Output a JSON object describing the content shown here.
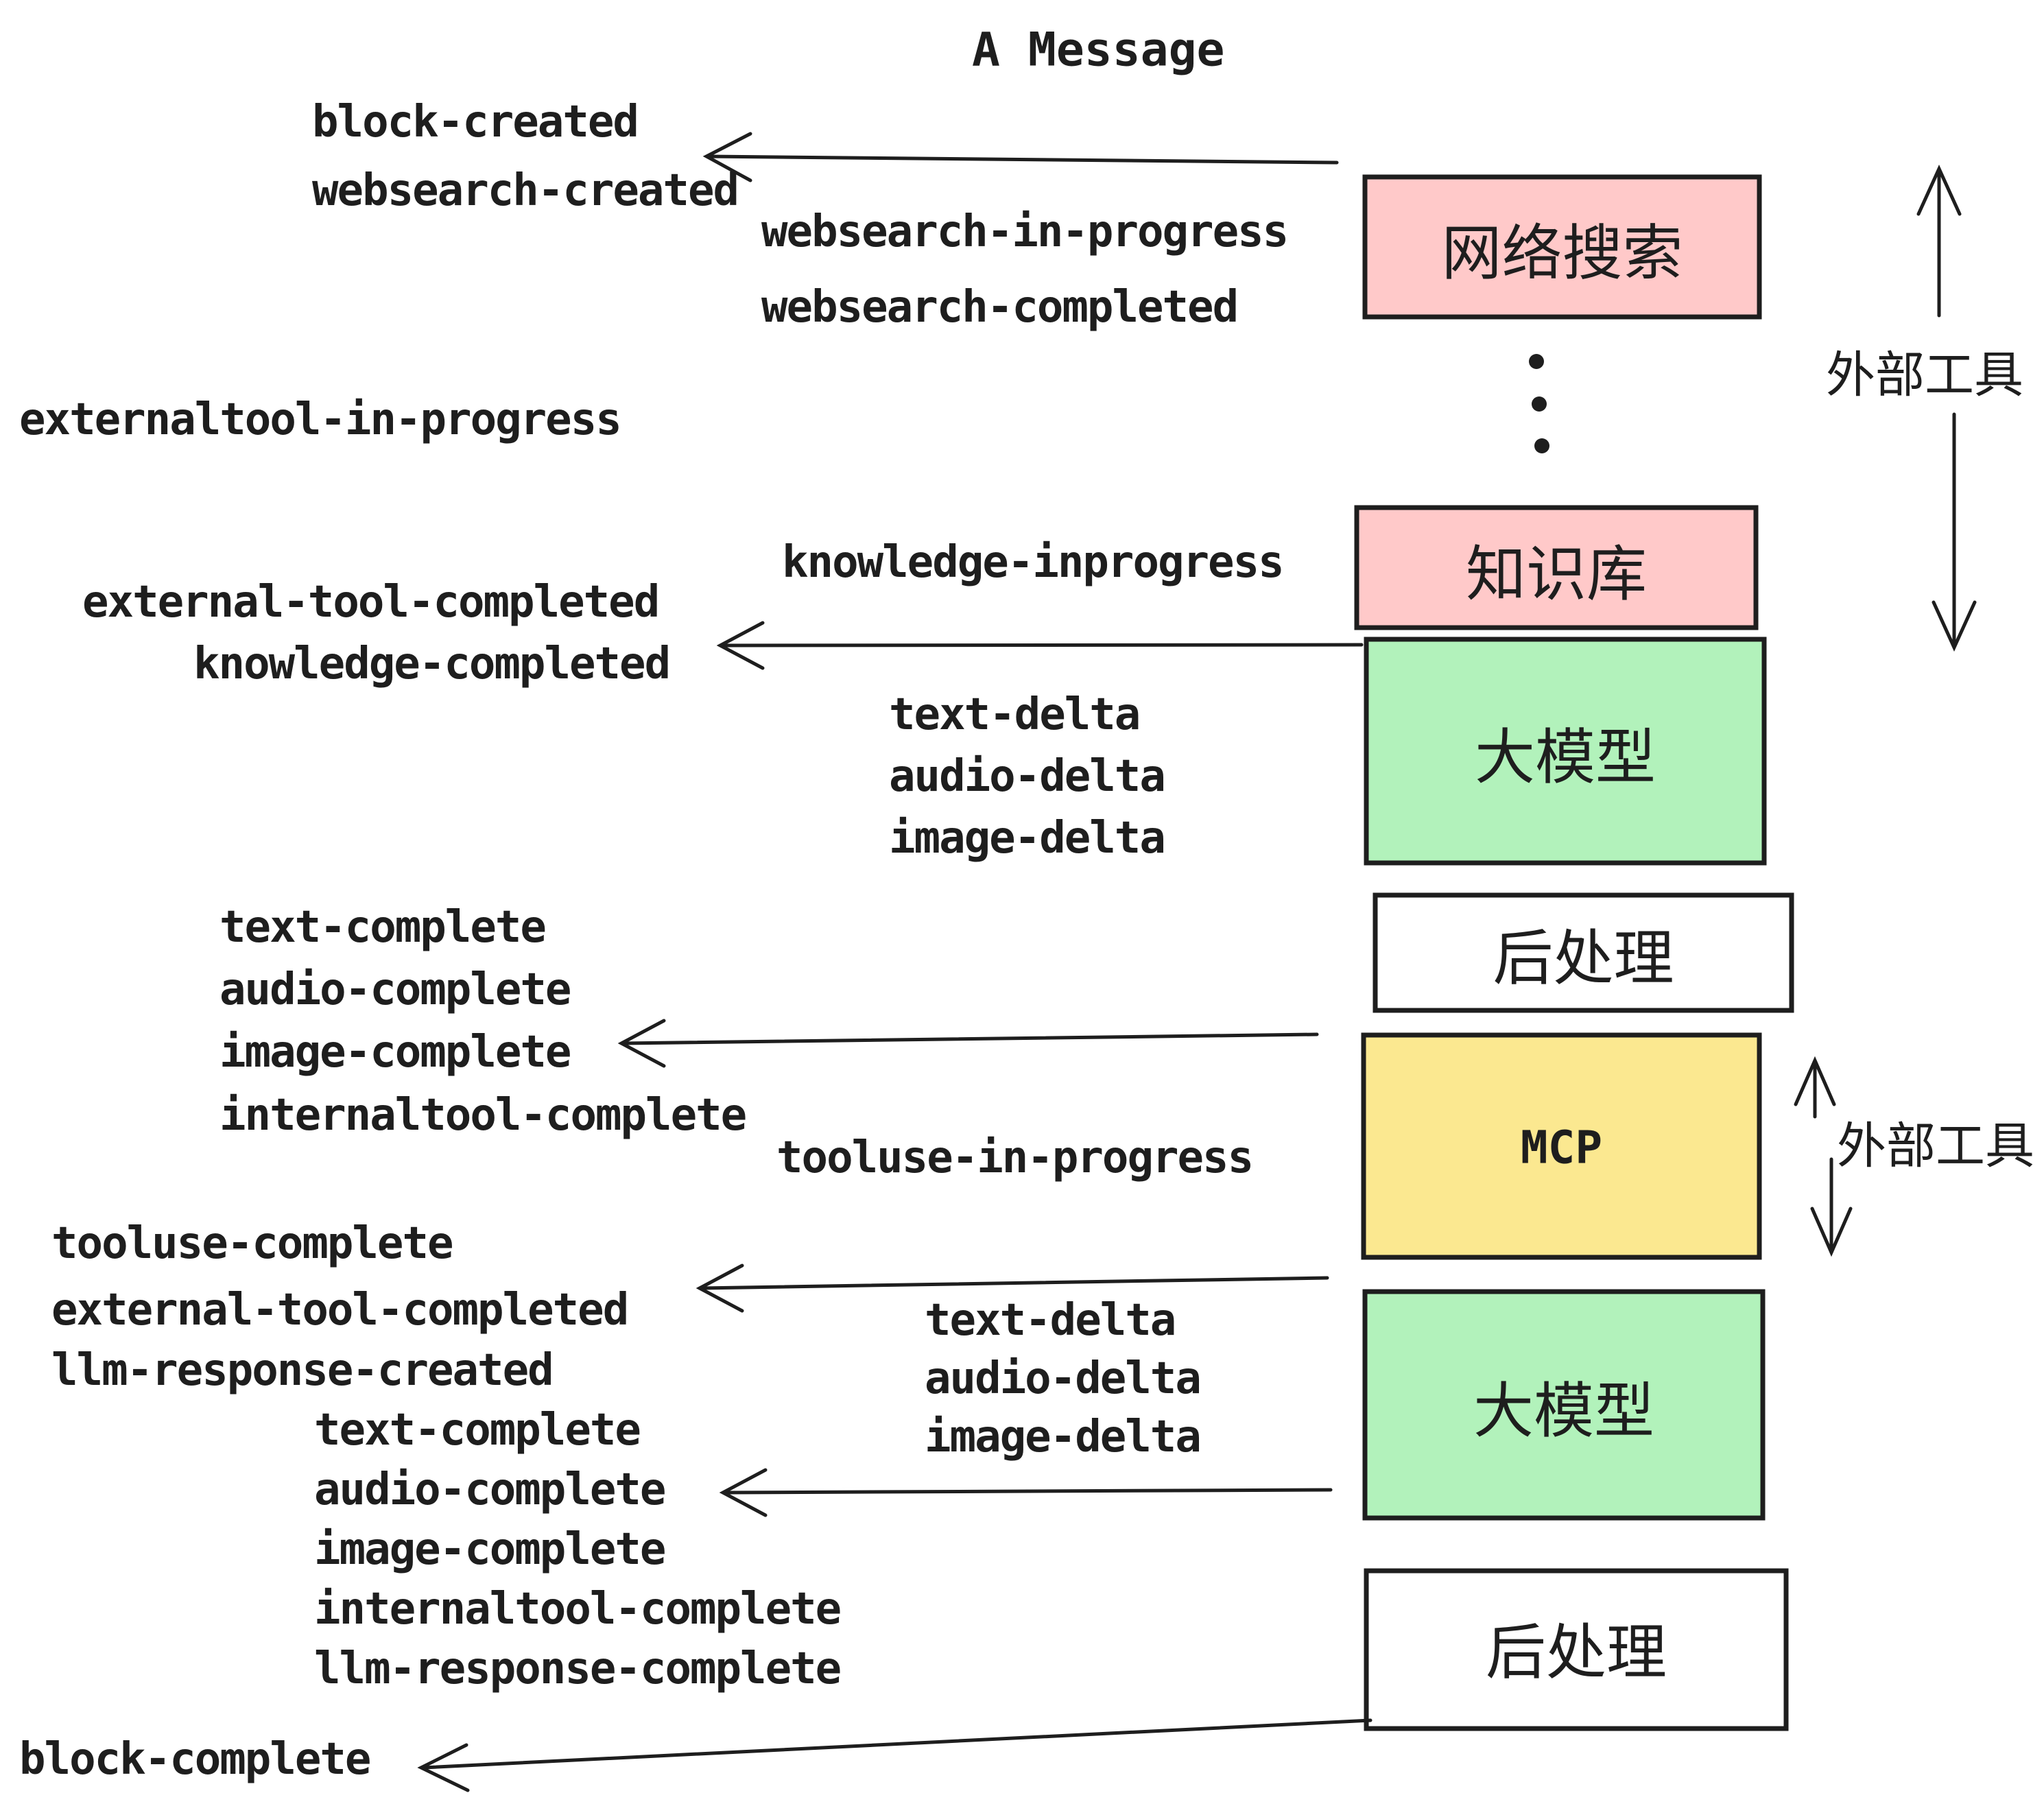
{
  "title": "A Message",
  "events": {
    "block_created": "block-created",
    "websearch_created": "websearch-created",
    "websearch_in_progress": "websearch-in-progress",
    "websearch_completed": "websearch-completed",
    "externaltool_in_progress": "externaltool-in-progress",
    "knowledge_inprogress": "knowledge-inprogress",
    "external_tool_completed_1": "external-tool-completed",
    "knowledge_completed": "knowledge-completed",
    "text_delta_1": "text-delta",
    "audio_delta_1": "audio-delta",
    "image_delta_1": "image-delta",
    "text_complete_1": "text-complete",
    "audio_complete_1": "audio-complete",
    "image_complete_1": "image-complete",
    "internaltool_complete_1": "internaltool-complete",
    "tooluse_in_progress": "tooluse-in-progress",
    "tooluse_complete": "tooluse-complete",
    "external_tool_completed_2": "external-tool-completed",
    "llm_response_created": "llm-response-created",
    "text_complete_2": "text-complete",
    "audio_complete_2": "audio-complete",
    "image_complete_2": "image-complete",
    "internaltool_complete_2": "internaltool-complete",
    "llm_response_complete": "llm-response-complete",
    "block_complete": "block-complete",
    "text_delta_2": "text-delta",
    "audio_delta_2": "audio-delta",
    "image_delta_2": "image-delta"
  },
  "nodes": {
    "websearch": {
      "label": "网络搜索",
      "fill": "#ffc9c9"
    },
    "knowledge": {
      "label": "知识库",
      "fill": "#ffc9c9"
    },
    "llm_1": {
      "label": "大模型",
      "fill": "#b2f2bb"
    },
    "postprocess_1": {
      "label": "后处理",
      "fill": "#ffffff"
    },
    "mcp": {
      "label": "MCP",
      "fill": "#fbe890"
    },
    "llm_2": {
      "label": "大模型",
      "fill": "#b2f2bb"
    },
    "postprocess_2": {
      "label": "后处理",
      "fill": "#ffffff"
    }
  },
  "annotations": {
    "external_tools_1": "外部工具",
    "external_tools_2": "外部工具"
  },
  "colors": {
    "stroke": "#1e1e1e",
    "text": "#1e1e1e",
    "pink": "#ffc9c9",
    "green": "#b2f2bb",
    "yellow": "#fbe890",
    "white": "#ffffff"
  }
}
